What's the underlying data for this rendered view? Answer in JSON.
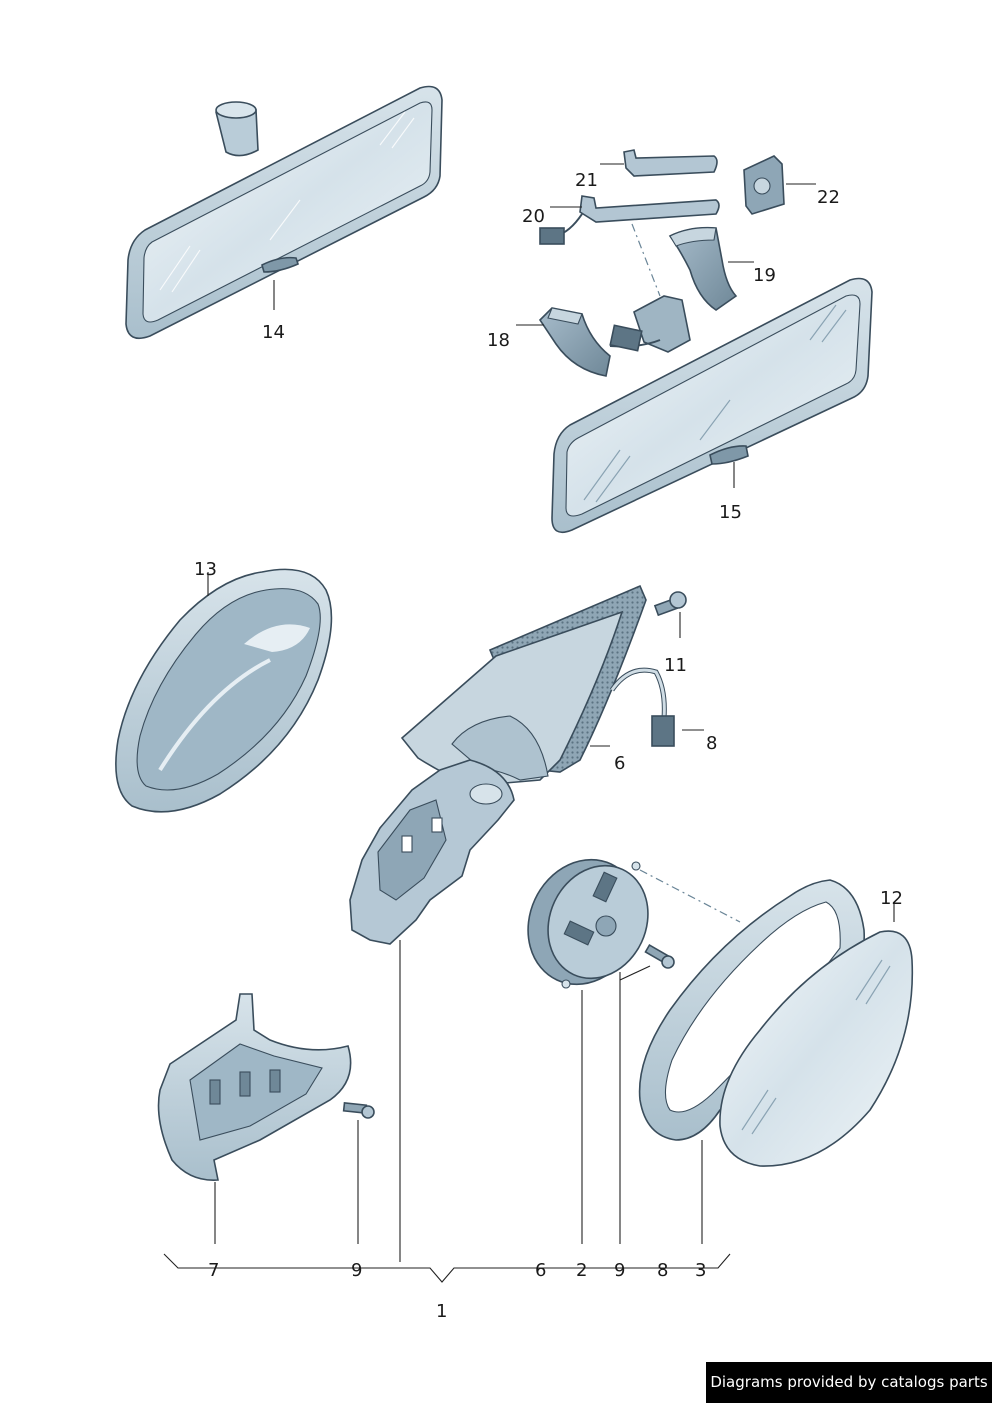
{
  "labels": {
    "p1": "1",
    "p14": "14",
    "p15": "15",
    "p18": "18",
    "p19": "19",
    "p20": "20",
    "p21": "21",
    "p22": "22",
    "p13": "13",
    "p11": "11",
    "p8": "8",
    "p6": "6",
    "p12": "12",
    "b7": "7",
    "b9a": "9",
    "b6": "6",
    "b2": "2",
    "b9b": "9",
    "b8": "8",
    "b3": "3"
  },
  "footer": {
    "credit": "Diagrams provided by catalogs parts"
  },
  "colors": {
    "outline": "#3a4d5c",
    "mirror_glass": "#dbe7ee",
    "housing": "#c7d6df",
    "dark_part": "#7f98a8",
    "badge_bg": "#000000",
    "badge_text": "#ffffff"
  }
}
